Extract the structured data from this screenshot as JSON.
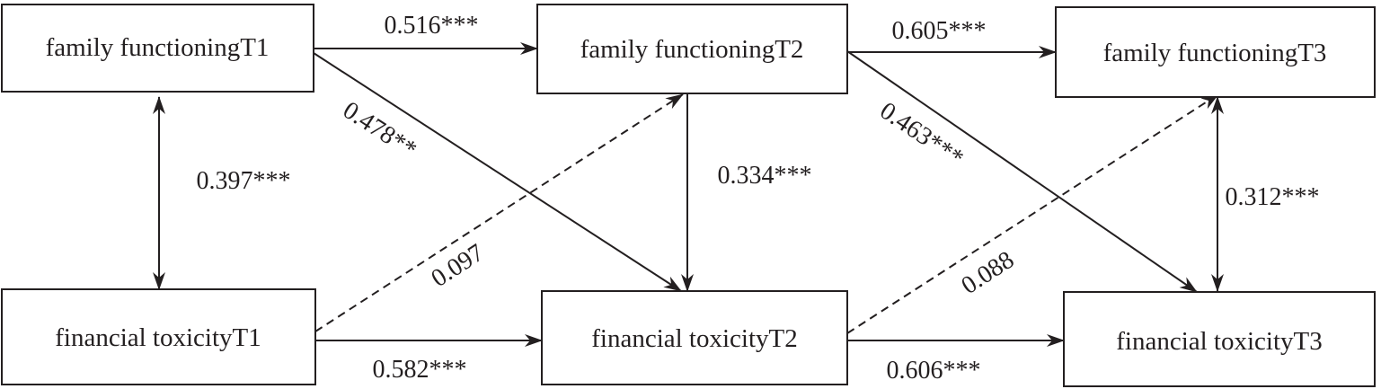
{
  "nodes": {
    "ff1": "family functioningT1",
    "ff2": "family functioningT2",
    "ff3": "family functioningT3",
    "ft1": "financial toxicityT1",
    "ft2": "financial toxicityT2",
    "ft3": "financial toxicityT3"
  },
  "edges": {
    "ff1_ff2": "0.516***",
    "ff2_ff3": "0.605***",
    "ft1_ft2": "0.582***",
    "ft2_ft3": "0.606***",
    "ff1_ft1": "0.397***",
    "ff2_ft2": "0.334***",
    "ff3_ft3": "0.312***",
    "ff1_ft2": "0.478**",
    "ff2_ft3": "0.463***",
    "ft1_ff2": "0.097",
    "ft2_ff3": "0.088"
  },
  "colors": {
    "ink": "#231f20",
    "background": "#ffffff"
  },
  "line_styles": {
    "solid": "significant path",
    "dashed": "non-significant path"
  }
}
